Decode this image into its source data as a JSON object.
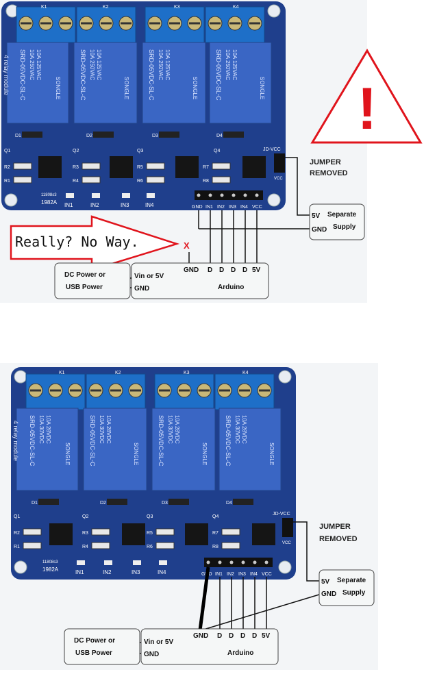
{
  "board": {
    "relay_labels": [
      "K1",
      "K2",
      "K3",
      "K4"
    ],
    "relay_text": [
      "SRD-05VDC-SL-C",
      "10A 250VAC",
      "10A 125VAC",
      "10A 30VDC",
      "10A 28VDC",
      "SONGLE"
    ],
    "side_text": "4 relay module",
    "diodes": [
      "D1",
      "D2",
      "D3",
      "D4"
    ],
    "transistors": [
      "Q1",
      "Q2",
      "Q3",
      "Q4"
    ],
    "resistors": [
      "R2",
      "R1",
      "R3",
      "R4",
      "R5",
      "R6",
      "R7",
      "R8"
    ],
    "part_code": "1982A",
    "serial_code": "11808s3",
    "led_labels": [
      "IN1",
      "IN2",
      "IN3",
      "IN4"
    ],
    "header_pins": [
      "GND",
      "IN1",
      "IN2",
      "IN3",
      "IN4",
      "VCC"
    ],
    "jumper_labels": [
      "JD-VCC",
      "VCC"
    ]
  },
  "labels": {
    "jumper_removed": [
      "JUMPER",
      "REMOVED"
    ],
    "supply_5v": "5V",
    "supply_gnd": "GND",
    "supply_name": [
      "Separate",
      "Supply"
    ],
    "dc_power": [
      "DC Power or",
      "USB Power"
    ],
    "arduino_pins": [
      "GND",
      "D",
      "D",
      "D",
      "D",
      "5V"
    ],
    "arduino_name": "Arduino",
    "vin": "Vin or 5V",
    "arduino_gnd": "GND",
    "arrow_text": "Really? No Way.",
    "x_mark": "X",
    "warning_mark": "!"
  },
  "colors": {
    "pcb": "#1f3f8c",
    "terminal": "#1e6fc8",
    "relay": "#3a66c4",
    "arrow": "#e0141c",
    "warning": "#e0141c",
    "wire_bold": "#000000"
  }
}
